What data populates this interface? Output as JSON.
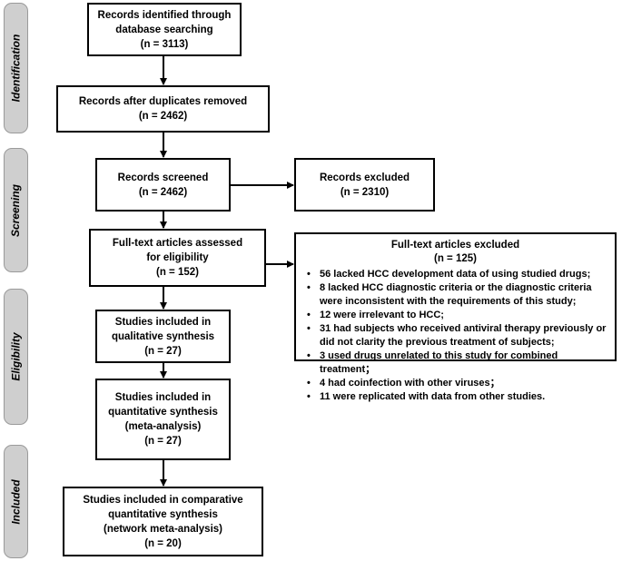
{
  "phases": [
    "Identification",
    "Screening",
    "Eligibility",
    "Included"
  ],
  "identified": {
    "line1": "Records identified through",
    "line2": "database searching",
    "count": "(n = 3113)"
  },
  "deduplicated": {
    "line1": "Records after duplicates removed",
    "count": "(n = 2462)"
  },
  "screened": {
    "line1": "Records screened",
    "count": "(n = 2462)"
  },
  "excluded": {
    "line1": "Records excluded",
    "count": "(n = 2310)"
  },
  "fulltext": {
    "line1": "Full-text articles assessed",
    "line2": "for eligibility",
    "count": "(n = 152)"
  },
  "fulltext_excluded": {
    "title": "Full-text articles excluded",
    "count": "(n = 125)",
    "reasons": [
      "56 lacked HCC development data of using studied drugs;",
      "8 lacked HCC diagnostic criteria or the diagnostic criteria were inconsistent with the requirements of this study;",
      "12 were irrelevant to HCC;",
      "31 had subjects who received antiviral therapy previously or did not clarity the previous treatment of subjects;",
      "3 used drugs unrelated to this study for combined treatment；",
      "4 had coinfection with other viruses；",
      "11 were replicated with data from other studies."
    ]
  },
  "qualitative": {
    "line1": "Studies included in",
    "line2": "qualitative synthesis",
    "count": "(n = 27)"
  },
  "quantitative": {
    "line1": "Studies included in",
    "line2": "quantitative synthesis",
    "line3": "(meta-analysis)",
    "count": "(n = 27)"
  },
  "comparative": {
    "line1": "Studies included in comparative",
    "line2": "quantitative synthesis",
    "line3": "(network meta-analysis)",
    "count": "(n = 20)"
  }
}
